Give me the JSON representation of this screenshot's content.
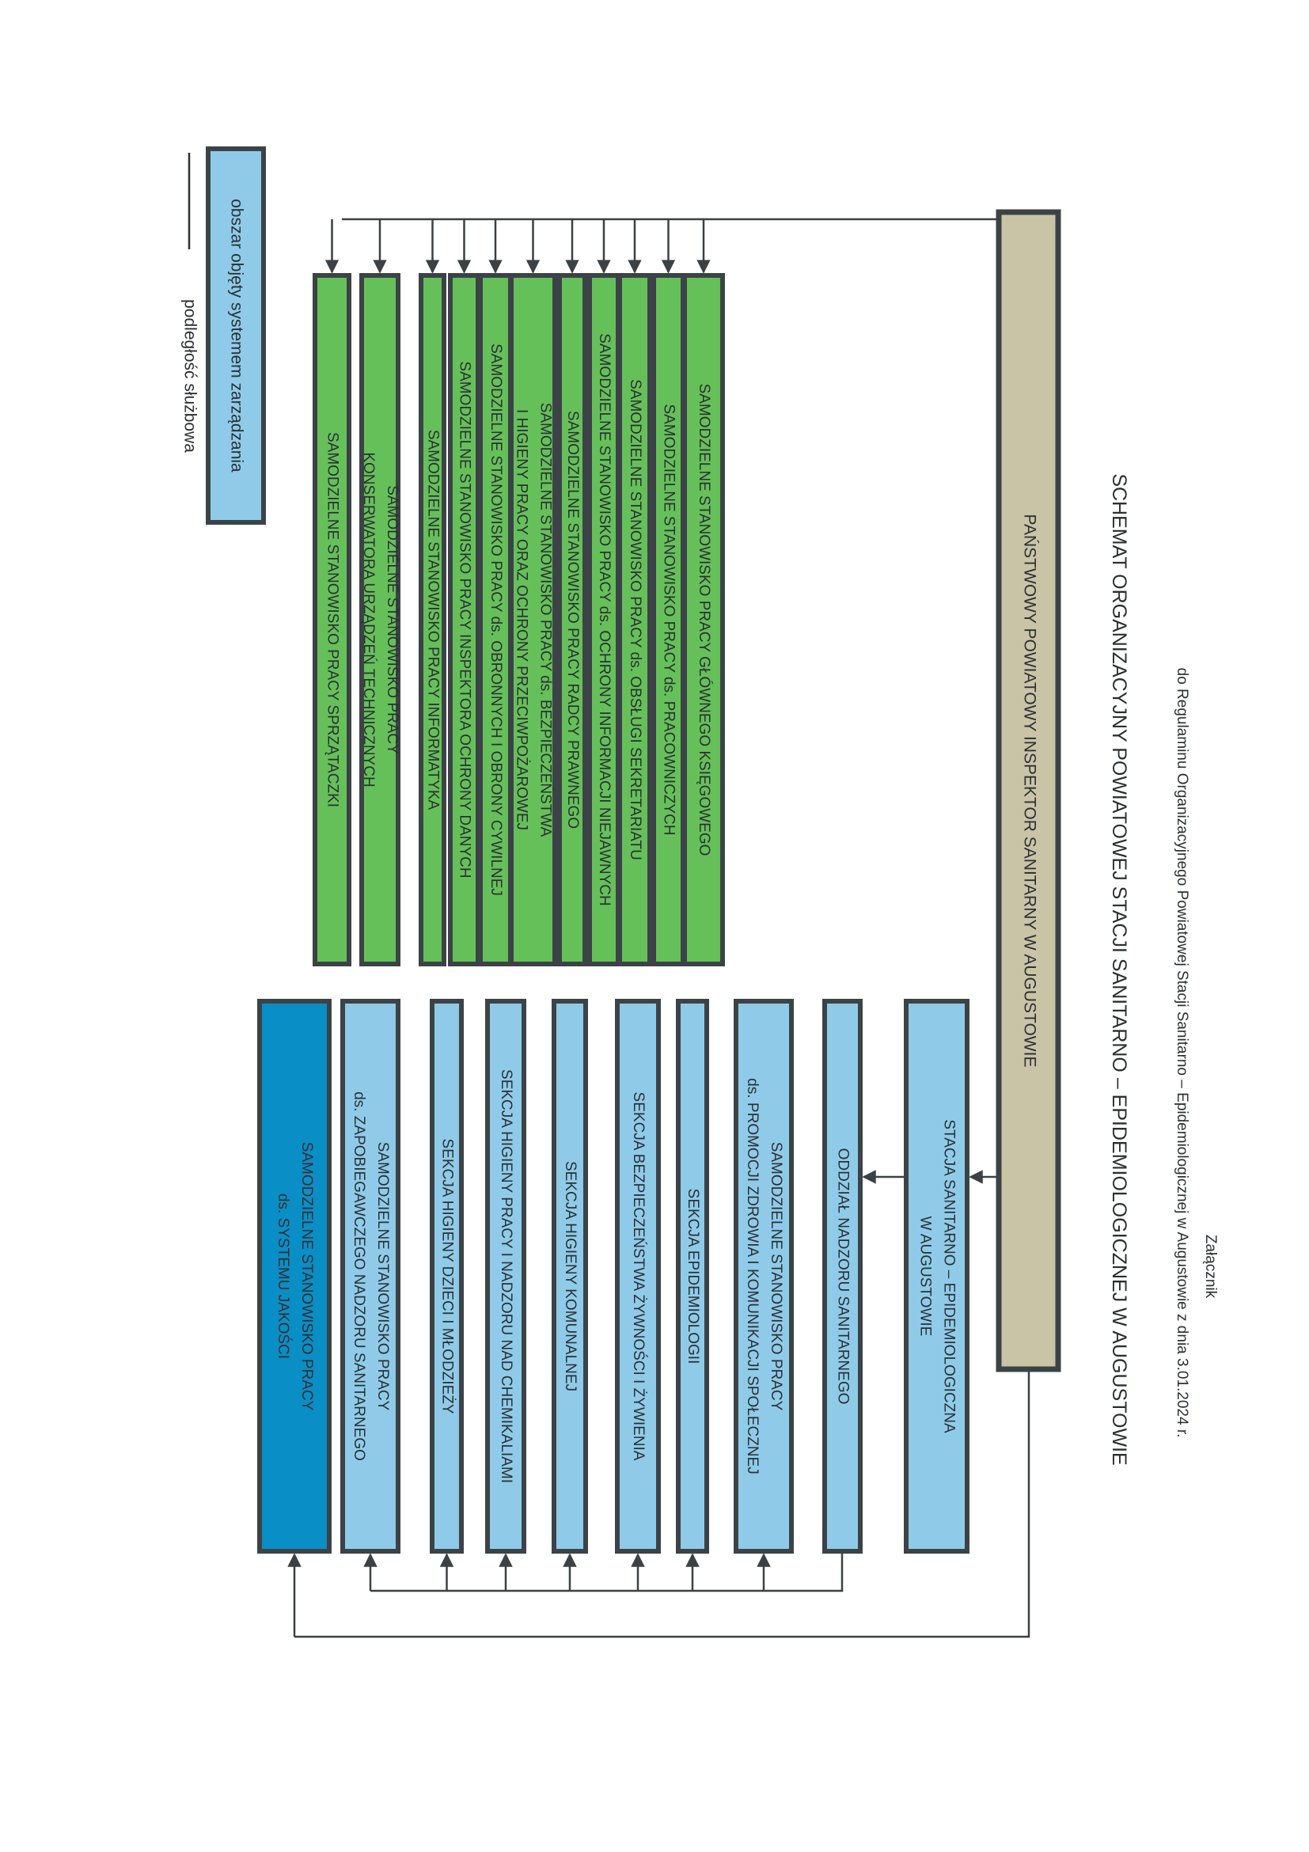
{
  "header": {
    "attachment": "Załącznik",
    "subtitle": "do Regulaminu Organizacyjnego Powiatowej Stacji Sanitarno – Epidemiologicznej w Augustowie z dnia 3.01.2024 r.",
    "title": "SCHEMAT ORGANIZACYJNY POWIATOWEJ STACJI SANITARNO – EPIDEMIOLOGICZNEJ W AUGUSTOWIE"
  },
  "inspector": {
    "label": "PAŃSTWOWY POWIATOWY INSPEKTOR SANITARNY W AUGUSTOWIE",
    "color": "#c9c4a6"
  },
  "green_units": {
    "color": "#66c05a",
    "items": [
      {
        "lines": [
          "SAMODZIELNE STANOWISKO PRACY GŁÓWNEGO KSIĘGOWEGO"
        ]
      },
      {
        "lines": [
          "SAMODZIELNE STANOWISKO PRACY ds. PRACOWNICZYCH"
        ]
      },
      {
        "lines": [
          "SAMODZIELNE STANOWISKO PRACY ds. OBSŁUGI SEKRETARIATU"
        ]
      },
      {
        "lines": [
          "SAMODZIELNE STANOWISKO PRACY ds. OCHRONY INFORMACJI NIEJAWNYCH"
        ]
      },
      {
        "lines": [
          "SAMODZIELNE STANOWISKO PRACY RADCY PRAWNEGO"
        ]
      },
      {
        "lines": [
          "SAMODZIELNE STANOWISKO PRACY ds. BEZPIECZEŃSTWA",
          "I HIGIENY PRACY ORAZ OCHRONY PRZECIWPOŻAROWEJ"
        ]
      },
      {
        "lines": [
          "SAMODZIELNE STANOWISKO PRACY ds. OBRONNYCH I OBRONY CYWILNEJ"
        ]
      },
      {
        "lines": [
          "SAMODZIELNE STANOWISKO PRACY INSPEKTORA OCHRONY DANYCH"
        ]
      },
      {
        "lines": [
          "SAMODZIELNE STANOWISKO PRACY INFORMATYKA"
        ]
      },
      {
        "lines": [
          "SAMODZIELNE STANOWISKO PRACY",
          "KONSERWATORA URZĄDZEŃ TECHNICZNYCH"
        ]
      },
      {
        "lines": [
          "SAMODZIELNE STANOWISKO PRACY SPRZĄTACZKI"
        ]
      }
    ]
  },
  "blue_units": {
    "color": "#8fcbe9",
    "dark_color": "#0a8ec6",
    "station": {
      "lines": [
        "STACJA SANITARNO – EPIDEMIOLOGICZNA",
        "W AUGUSTOWIE"
      ]
    },
    "division": {
      "lines": [
        "ODDZIAŁ NADZORU SANITARNEGO"
      ]
    },
    "items": [
      {
        "lines": [
          "SAMODZIELNE STANOWISKO PRACY",
          "ds. PROMOCJI ZDROWIA I KOMUNIKACJI SPOŁECZNEJ"
        ]
      },
      {
        "lines": [
          "SEKCJA EPIDEMIOLOGII"
        ]
      },
      {
        "lines": [
          "SEKCJA BEZPIECZEŃSTWA ŻYWNOŚCI I ŻYWIENIA"
        ]
      },
      {
        "lines": [
          "SEKCJA HIGIENY KOMUNALNEJ"
        ]
      },
      {
        "lines": [
          "SEKCJA HIGIENY PRACY I NADZORU NAD CHEMIKALIAMI"
        ]
      },
      {
        "lines": [
          "SEKCJA HIGIENY DZIECI I MŁODZIEŻY"
        ]
      },
      {
        "lines": [
          "SAMODZIELNE STANOWISKO PRACY",
          "ds. ZAPOBIEGAWCZEGO NADZORU SANITARNEGO"
        ]
      }
    ],
    "quality": {
      "lines": [
        "SAMODZIELNE STANOWISKO PRACY",
        "ds. SYSTEMU JAKOŚCI"
      ]
    }
  },
  "legend": {
    "area_label": "obszar objęty systemem zarządzania",
    "line_label": "podległość służbowa"
  }
}
